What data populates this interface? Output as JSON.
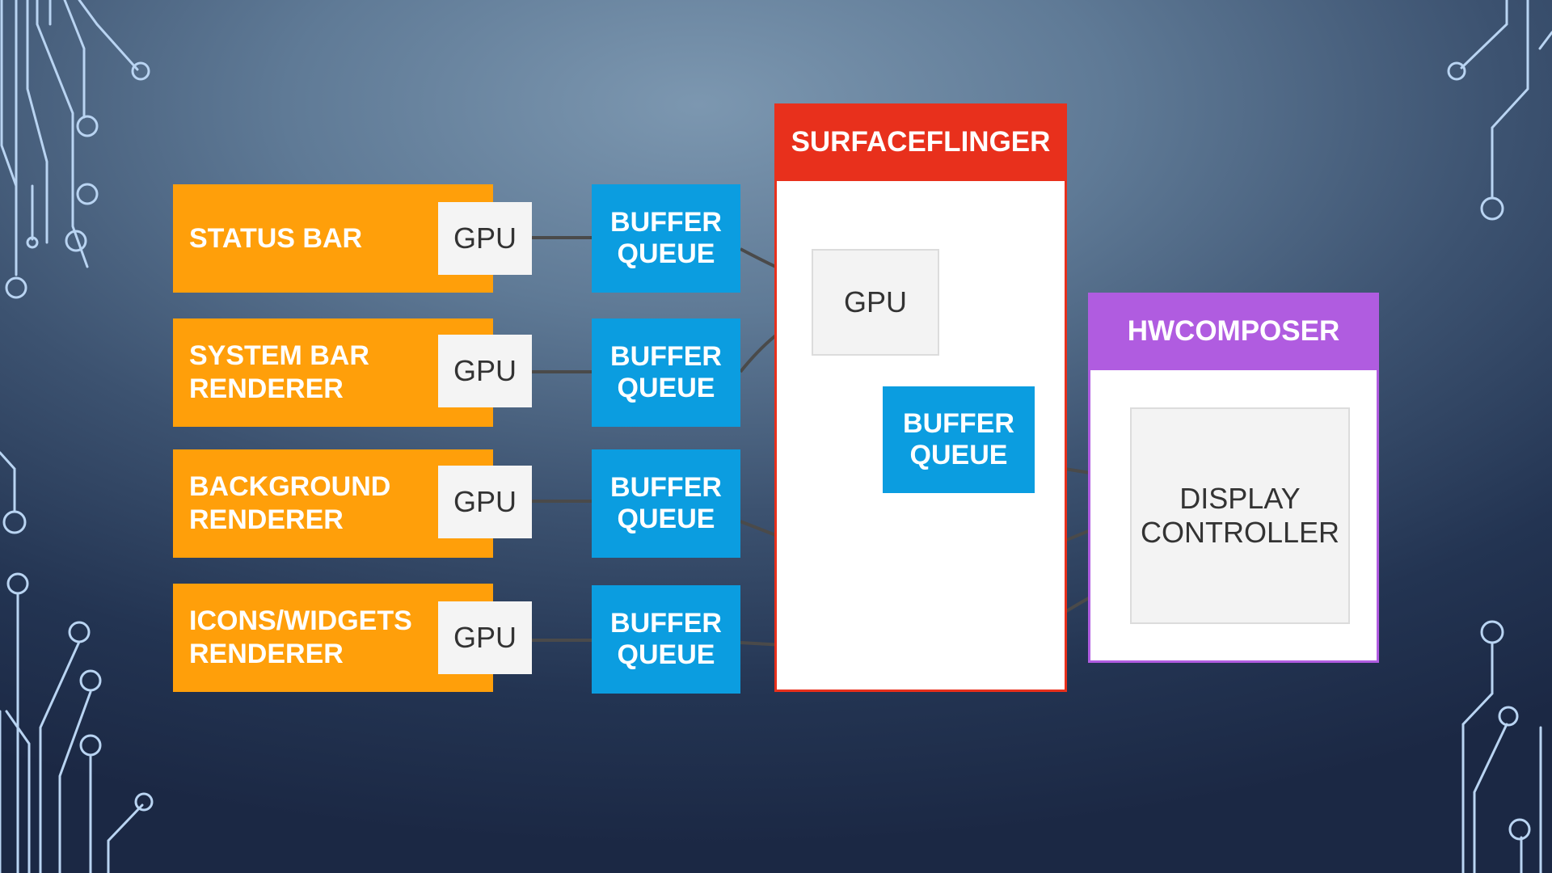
{
  "renderers": [
    {
      "label": "STATUS BAR",
      "gpu": "GPU"
    },
    {
      "label": "SYSTEM BAR\nRENDERER",
      "gpu": "GPU"
    },
    {
      "label": "BACKGROUND\nRENDERER",
      "gpu": "GPU"
    },
    {
      "label": "ICONS/WIDGETS\nRENDERER",
      "gpu": "GPU"
    }
  ],
  "buffer_queue_label": "BUFFER\nQUEUE",
  "surfaceflinger": {
    "title": "SURFACEFLINGER",
    "gpu": "GPU",
    "buffer_queue": "BUFFER\nQUEUE"
  },
  "hwcomposer": {
    "title": "HWCOMPOSER",
    "display_controller": "DISPLAY\nCONTROLLER"
  },
  "colors": {
    "renderer": "#ff9f0a",
    "buffer_queue": "#0b9de0",
    "surfaceflinger": "#e8301c",
    "hwcomposer": "#b05ce0",
    "connector": "#4a4a4a",
    "circuit": "#b9d4f2"
  },
  "decoration": {
    "circuit_lines": "circuit-traces"
  }
}
